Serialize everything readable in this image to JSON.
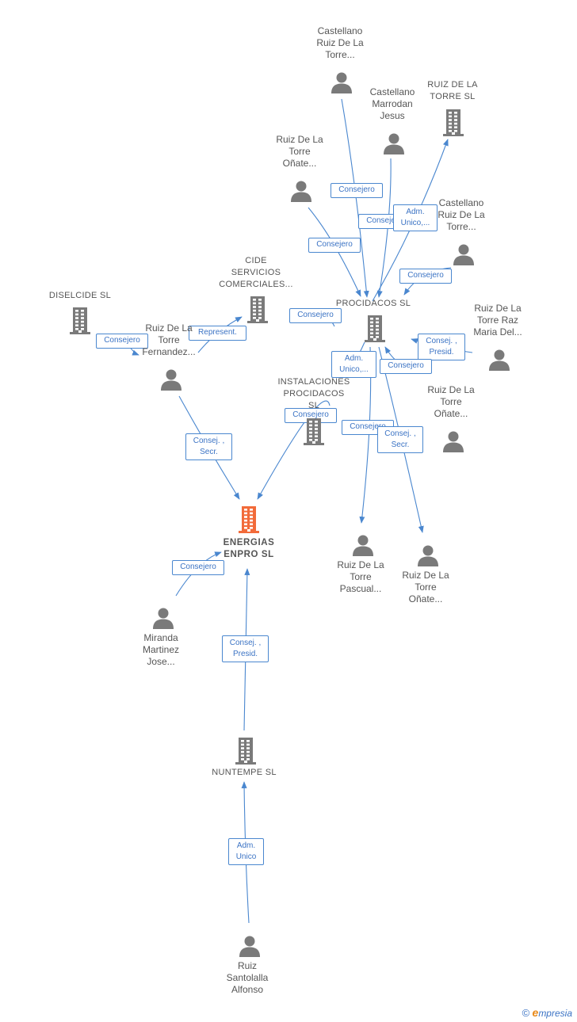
{
  "colors": {
    "edge": "#4a87cf",
    "icon": "#7a7a7a",
    "main_icon": "#f26b3a",
    "label_text": "#555555",
    "edge_label_text": "#3b73c4"
  },
  "nodes": [
    {
      "id": "energias",
      "type": "company",
      "main": true,
      "label": "ENERGIAS\nENPRO  SL"
    },
    {
      "id": "procidacos",
      "type": "company",
      "label": "PROCIDACOS SL"
    },
    {
      "id": "diselcide",
      "type": "company",
      "label": "DISELCIDE SL"
    },
    {
      "id": "cide",
      "type": "company",
      "label": "CIDE\nSERVICIOS\nCOMERCIALES..."
    },
    {
      "id": "instalaciones",
      "type": "company",
      "label": "INSTALACIONES\nPROCIDACOS\nSL"
    },
    {
      "id": "ruiztorre_sl",
      "type": "company",
      "label": "RUIZ DE LA\nTORRE SL"
    },
    {
      "id": "nuntempe",
      "type": "company",
      "label": "NUNTEMPE  SL"
    },
    {
      "id": "p_castellano_ruiz",
      "type": "person",
      "label": "Castellano\nRuiz De La\nTorre..."
    },
    {
      "id": "p_castellano_marrodan",
      "type": "person",
      "label": "Castellano\nMarrodan\nJesus"
    },
    {
      "id": "p_ruiz_onate1",
      "type": "person",
      "label": "Ruiz De La\nTorre\nOñate..."
    },
    {
      "id": "p_castellano_ruiz2",
      "type": "person",
      "label": "Castellano\nRuiz De La\nTorre..."
    },
    {
      "id": "p_ruiz_raz",
      "type": "person",
      "label": "Ruiz De La\nTorre Raz\nMaria Del..."
    },
    {
      "id": "p_ruiz_onate2",
      "type": "person",
      "label": "Ruiz De La\nTorre\nOñate..."
    },
    {
      "id": "p_ruiz_fernandez",
      "type": "person",
      "label": "Ruiz De La\nTorre\nFernandez..."
    },
    {
      "id": "p_ruiz_pascual",
      "type": "person",
      "label": "Ruiz De La\nTorre\nPascual..."
    },
    {
      "id": "p_ruiz_onate3",
      "type": "person",
      "label": "Ruiz De La\nTorre\nOñate..."
    },
    {
      "id": "p_miranda",
      "type": "person",
      "label": "Miranda\nMartinez\nJose..."
    },
    {
      "id": "p_ruiz_santolalla",
      "type": "person",
      "label": "Ruiz\nSantolalla\nAlfonso"
    }
  ],
  "edge_labels": [
    {
      "id": "el1",
      "text": "Consejero"
    },
    {
      "id": "el2",
      "text": "Consejero"
    },
    {
      "id": "el3",
      "text": "Adm.\nUnico,..."
    },
    {
      "id": "el4",
      "text": "Consejero"
    },
    {
      "id": "el5",
      "text": "Consejero"
    },
    {
      "id": "el6",
      "text": "Consejero"
    },
    {
      "id": "el7",
      "text": "Consej. ,\nPresid."
    },
    {
      "id": "el8",
      "text": "Adm.\nUnico,..."
    },
    {
      "id": "el9",
      "text": "Consejero"
    },
    {
      "id": "el10",
      "text": "Consejero"
    },
    {
      "id": "el11",
      "text": "Consej. ,\nSecr."
    },
    {
      "id": "el12",
      "text": "Consejero"
    },
    {
      "id": "el13",
      "text": "Represent."
    },
    {
      "id": "el14",
      "text": "Consej. ,\nSecr."
    },
    {
      "id": "el15",
      "text": "Consejero"
    },
    {
      "id": "el16",
      "text": "Consejero"
    },
    {
      "id": "el17",
      "text": "Consej. ,\nPresid."
    },
    {
      "id": "el18",
      "text": "Adm.\nUnico"
    }
  ],
  "brand": {
    "copyright": "©",
    "first": "e",
    "rest": "mpresia"
  }
}
